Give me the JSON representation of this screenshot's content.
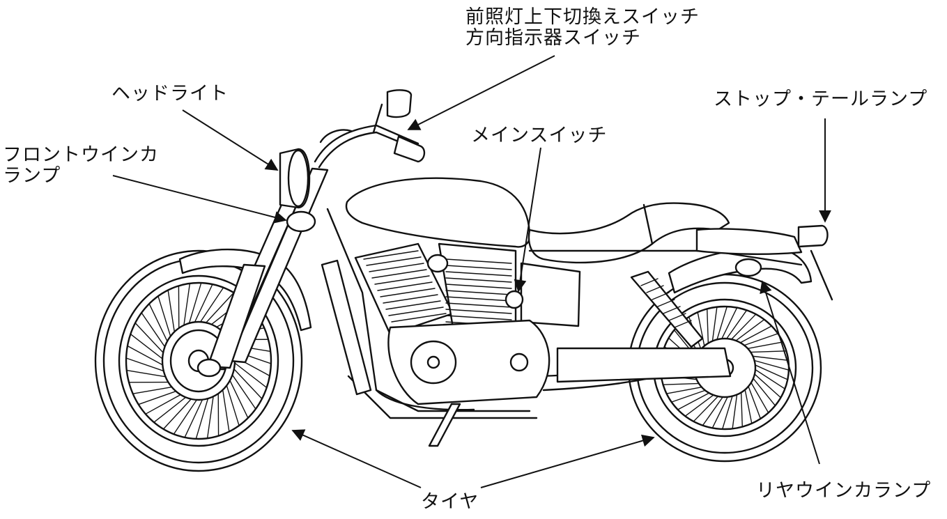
{
  "labels": {
    "dimmer_switch": "前照灯上下切換えスイッチ",
    "turn_signal_switch": "方向指示器スイッチ",
    "headlight": "ヘッドライト",
    "front_turn_signal_line1": "フロントウインカ",
    "front_turn_signal_line2": "ランプ",
    "main_switch": "メインスイッチ",
    "stop_tail_lamp": "ストップ・テールランプ",
    "rear_turn_signal": "リヤウインカランプ",
    "tire": "タイヤ"
  },
  "colors": {
    "ink": "#111111",
    "background": "#ffffff"
  }
}
